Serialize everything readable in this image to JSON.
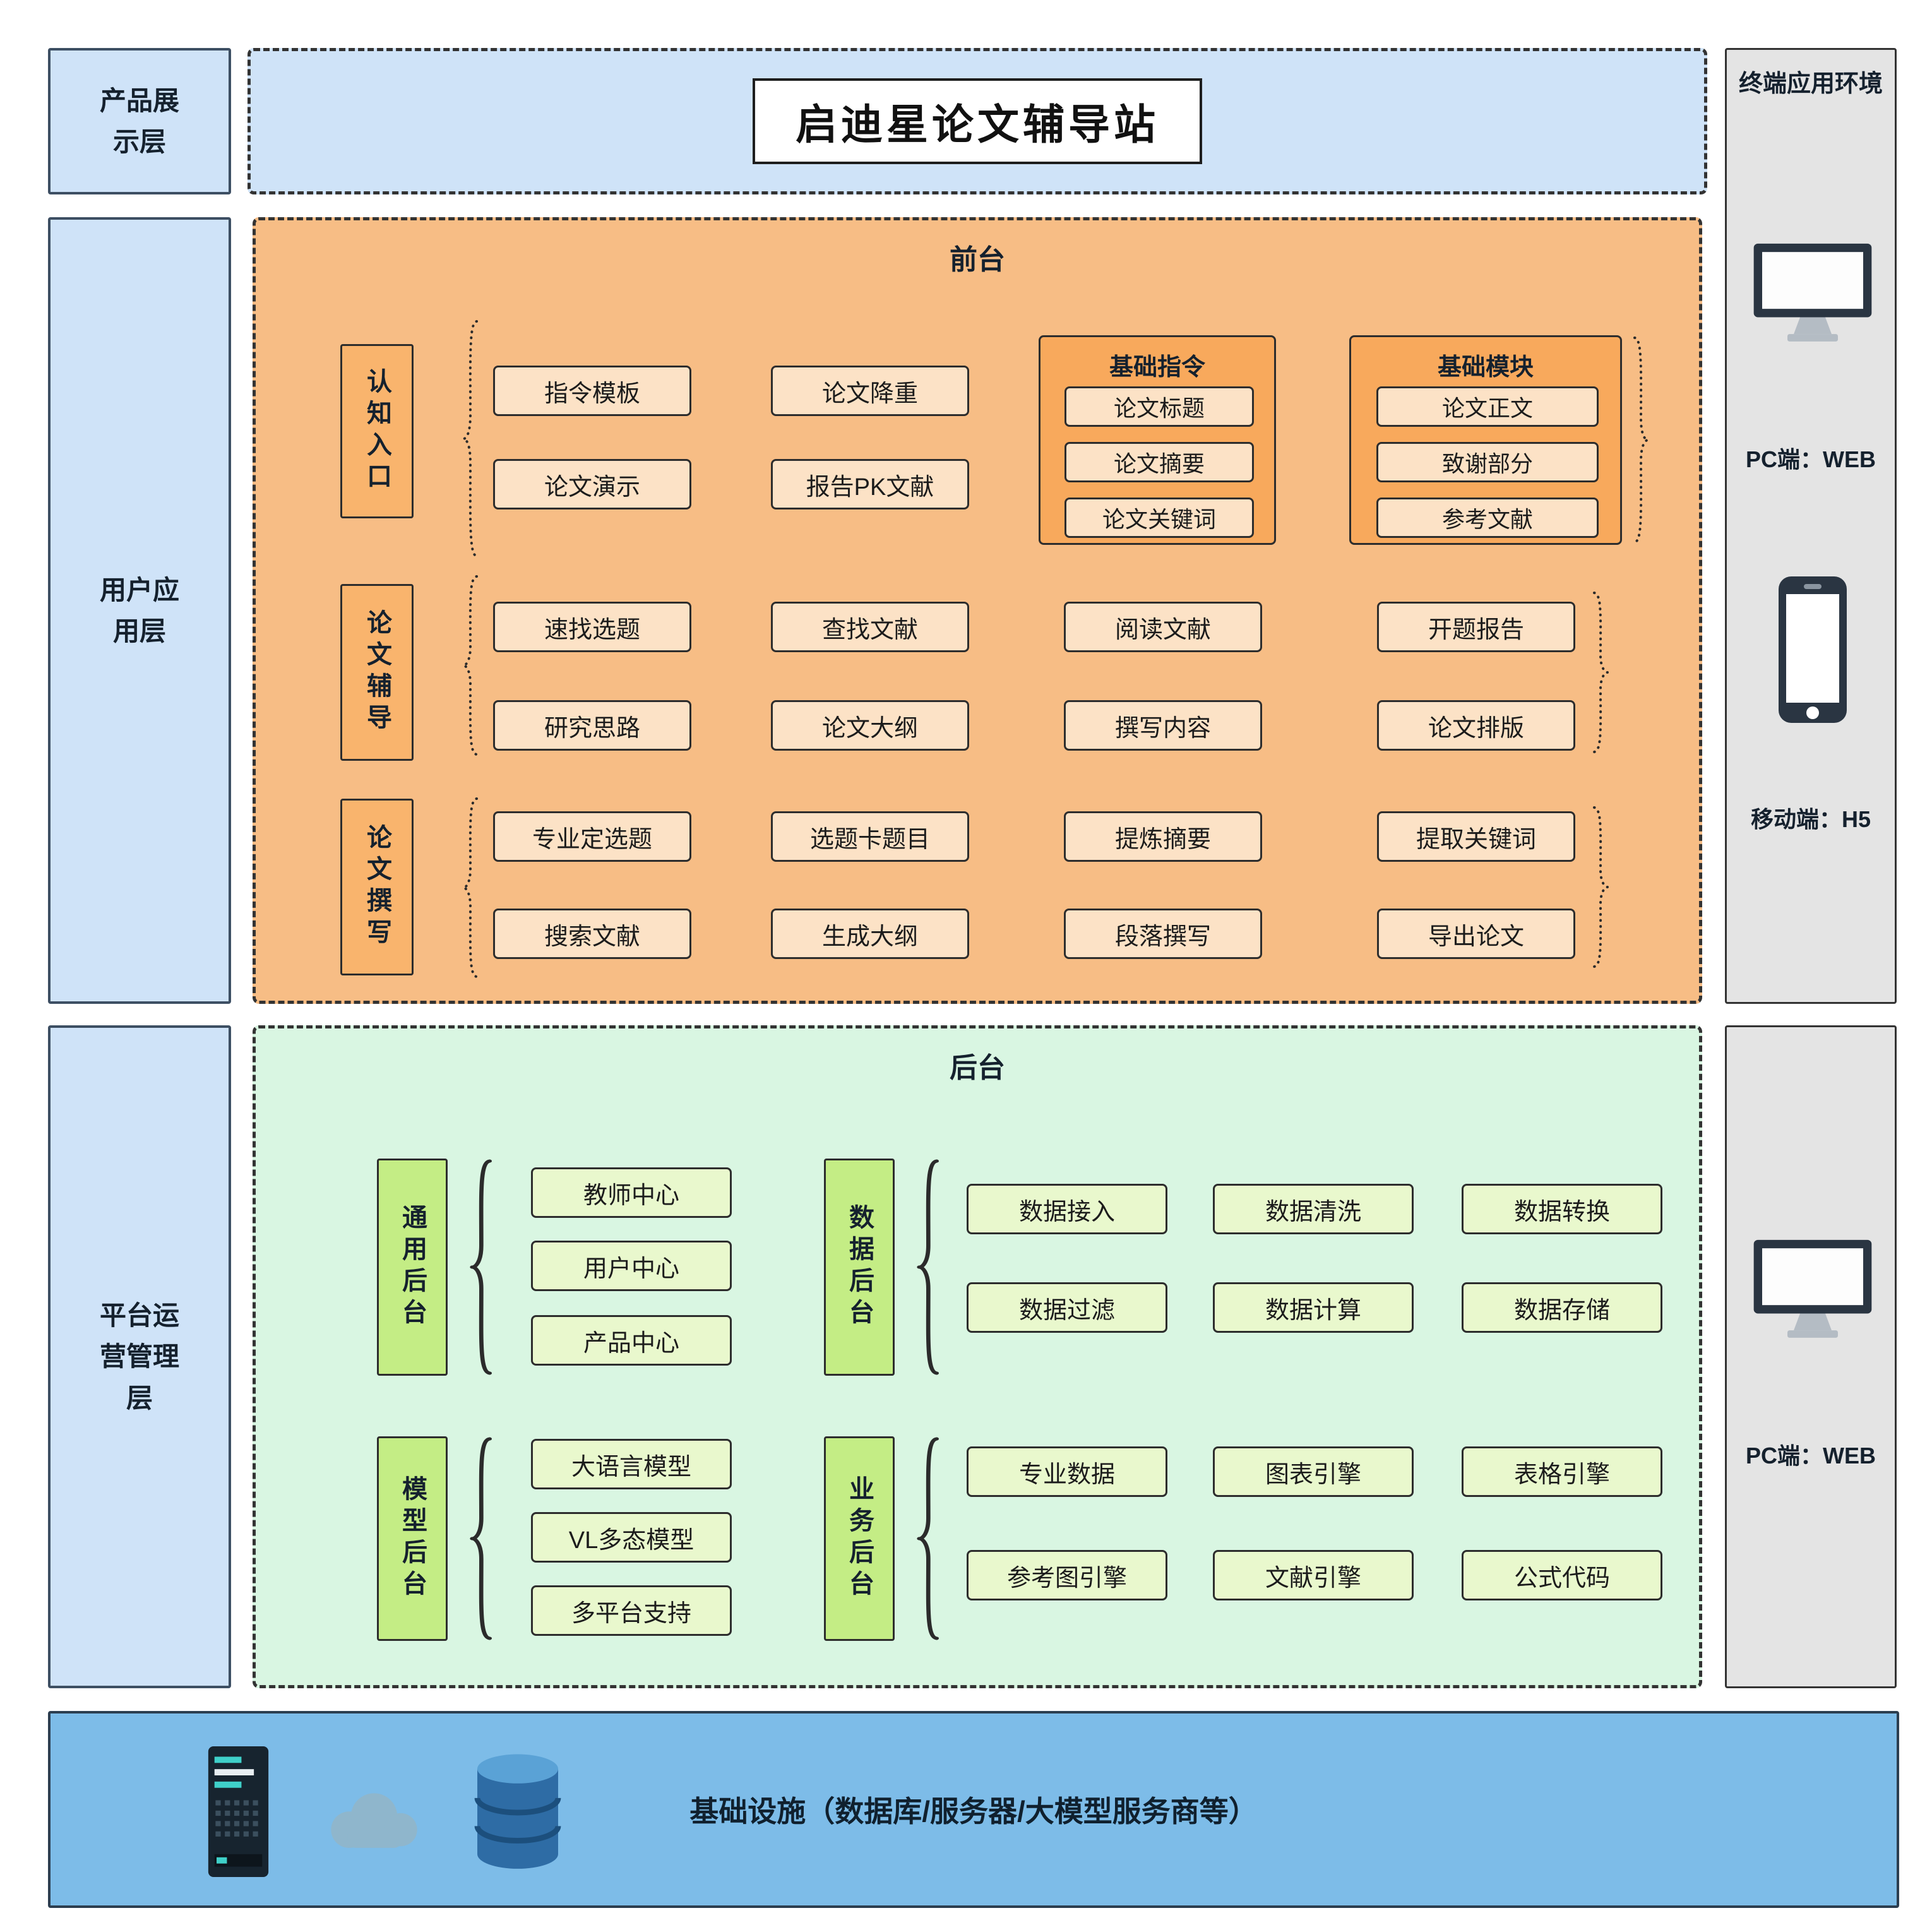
{
  "title": "启迪星论文辅导站",
  "layers": {
    "product": "产品展示层",
    "user": "用户应用层",
    "platform": "平台运营管理层"
  },
  "frontend": {
    "label": "前台",
    "rows": [
      {
        "label": "认知入口",
        "items": [
          "指令模板",
          "论文演示",
          "论文降重",
          "报告PK文献"
        ],
        "groups": [
          {
            "label": "基础指令",
            "items": [
              "论文标题",
              "论文摘要",
              "论文关键词"
            ]
          },
          {
            "label": "基础模块",
            "items": [
              "论文正文",
              "致谢部分",
              "参考文献"
            ]
          }
        ]
      },
      {
        "label": "论文辅导",
        "items": [
          "速找选题",
          "研究思路",
          "查找文献",
          "论文大纲",
          "阅读文献",
          "撰写内容",
          "开题报告",
          "论文排版"
        ]
      },
      {
        "label": "论文撰写",
        "items": [
          "专业定选题",
          "搜索文献",
          "选题卡题目",
          "生成大纲",
          "提炼摘要",
          "段落撰写",
          "提取关键词",
          "导出论文"
        ]
      }
    ]
  },
  "backend": {
    "label": "后台",
    "groups": [
      {
        "label": "通用后台",
        "items": [
          "教师中心",
          "用户中心",
          "产品中心"
        ]
      },
      {
        "label": "数据后台",
        "items": [
          "数据接入",
          "数据清洗",
          "数据转换",
          "数据过滤",
          "数据计算",
          "数据存储"
        ]
      },
      {
        "label": "模型后台",
        "items": [
          "大语言模型",
          "VL多态模型",
          "多平台支持"
        ]
      },
      {
        "label": "业务后台",
        "items": [
          "专业数据",
          "图表引擎",
          "表格引擎",
          "参考图引擎",
          "文献引擎",
          "公式代码"
        ]
      }
    ]
  },
  "terminal": {
    "title": "终端应用环境",
    "pc_web": "PC端：WEB",
    "mobile_h5": "移动端：H5",
    "pc_web2": "PC端：WEB"
  },
  "infrastructure": {
    "label": "基础设施（数据库/服务器/大模型服务商等）"
  },
  "colors": {
    "layer_blue": "#cfe3f8",
    "frontend_orange": "#f7bd85",
    "frontend_label_orange": "#f9b46d",
    "frontend_node_peach": "#fce2c6",
    "group_orange": "#f8a95c",
    "backend_mint": "#d9f6e2",
    "backend_label_green": "#c4ed85",
    "backend_node_green": "#e9f8cd",
    "infra_blue": "#7dbce8",
    "panel_gray": "#e4e4e4"
  }
}
